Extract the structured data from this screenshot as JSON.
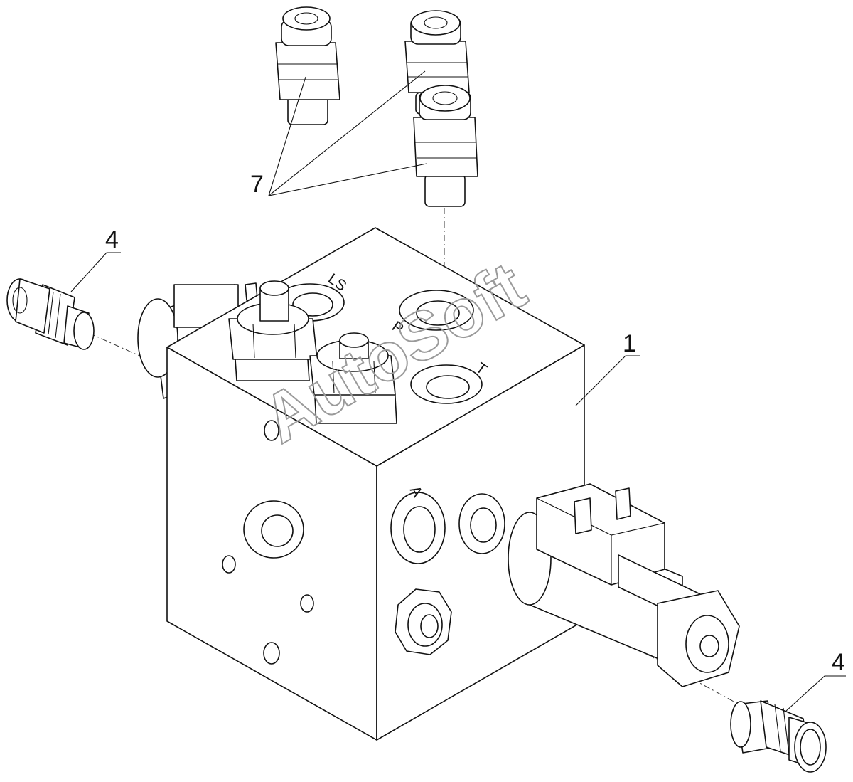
{
  "diagram": {
    "callouts": [
      {
        "id": "c1",
        "label": "1"
      },
      {
        "id": "c4a",
        "label": "4"
      },
      {
        "id": "c4b",
        "label": "4"
      },
      {
        "id": "c7",
        "label": "7"
      }
    ],
    "ports": {
      "ls": "LS",
      "p": "P",
      "t": "T",
      "a": "A"
    },
    "watermark": "AutoSoft"
  }
}
